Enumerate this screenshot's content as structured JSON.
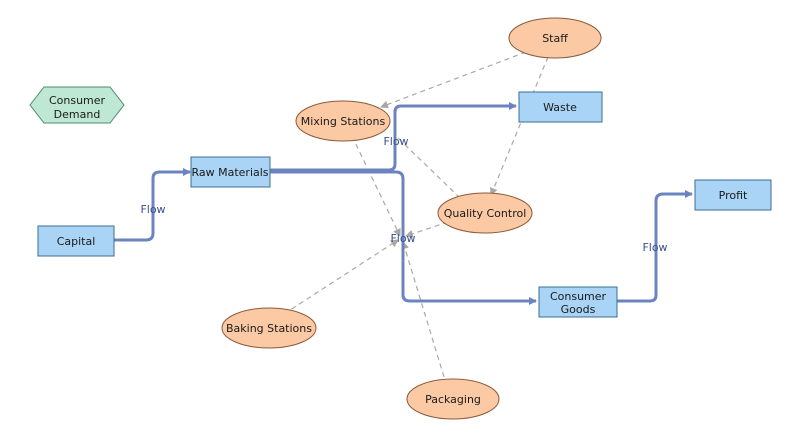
{
  "colors": {
    "stock_fill": "#a9d4f5",
    "stock_stroke": "#3c6e94",
    "aux_fill": "#fbc9a3",
    "aux_stroke": "#8a5a3a",
    "hex_fill": "#bfe8d4",
    "hex_stroke": "#4f8a70",
    "flow_stroke": "#6b84c0",
    "link_stroke": "#a8a8a8"
  },
  "nodes": {
    "consumer_demand": {
      "line1": "Consumer",
      "line2": "Demand"
    },
    "capital": {
      "label": "Capital"
    },
    "raw_materials": {
      "label": "Raw Materials"
    },
    "waste": {
      "label": "Waste"
    },
    "consumer_goods": {
      "line1": "Consumer",
      "line2": "Goods"
    },
    "profit": {
      "label": "Profit"
    },
    "staff": {
      "label": "Staff"
    },
    "mixing_stations": {
      "label": "Mixing Stations"
    },
    "quality_control": {
      "label": "Quality Control"
    },
    "baking_stations": {
      "label": "Baking Stations"
    },
    "packaging": {
      "label": "Packaging"
    }
  },
  "flows": {
    "capital_to_raw": {
      "label": "Flow"
    },
    "raw_to_waste": {
      "label": "Flow"
    },
    "raw_to_goods": {
      "label": "Flow"
    },
    "goods_to_profit": {
      "label": "Flow"
    }
  }
}
